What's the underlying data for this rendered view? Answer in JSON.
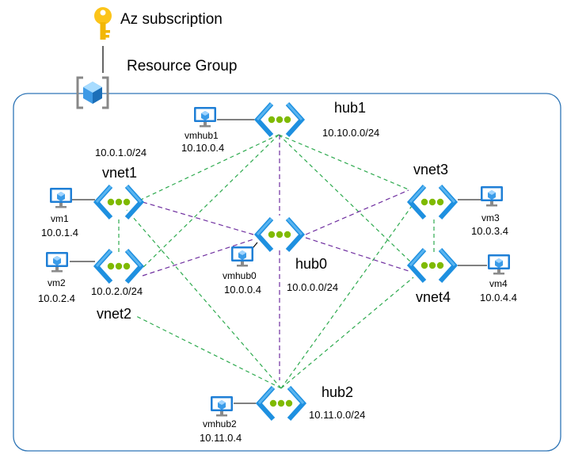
{
  "header": {
    "subscription_label": "Az subscription",
    "resource_group_label": "Resource Group",
    "key_icon": "key-icon",
    "resource_group_icon": "resource-group-icon"
  },
  "hubs": {
    "hub0": {
      "name": "hub0",
      "cidr": "10.0.0.0/24",
      "vm_name": "vmhub0",
      "vm_ip": "10.0.0.4"
    },
    "hub1": {
      "name": "hub1",
      "cidr": "10.10.0.0/24",
      "vm_name": "vmhub1",
      "vm_ip": "10.10.0.4"
    },
    "hub2": {
      "name": "hub2",
      "cidr": "10.11.0.0/24",
      "vm_name": "vmhub2",
      "vm_ip": "10.11.0.4"
    }
  },
  "spokes": {
    "vnet1": {
      "name": "vnet1",
      "cidr": "10.0.1.0/24",
      "vm_name": "vm1",
      "vm_ip": "10.0.1.4"
    },
    "vnet2": {
      "name": "vnet2",
      "cidr": "10.0.2.0/24",
      "vm_name": "vm2",
      "vm_ip": "10.0.2.4"
    },
    "vnet3": {
      "name": "vnet3",
      "vm_name": "vm3",
      "vm_ip": "10.0.3.4"
    },
    "vnet4": {
      "name": "vnet4",
      "vm_name": "vm4",
      "vm_ip": "10.0.4.4"
    }
  },
  "icons": {
    "vnet": "vnet-icon",
    "vm": "virtual-machine-icon"
  },
  "colors": {
    "peering_green": "#2eaa4f",
    "hub_link_purple": "#7030a0",
    "vnet_blue": "#1e90e0",
    "vnet_dot": "#7fba00",
    "group_border": "#2e75b6",
    "key_gold": "#fcc419"
  }
}
